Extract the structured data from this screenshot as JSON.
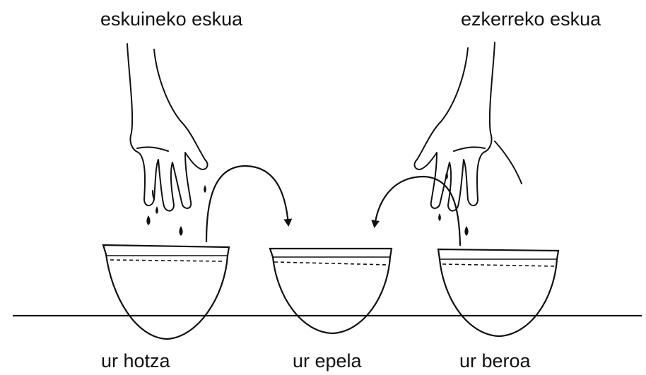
{
  "labels": {
    "right_hand": "eskuineko eskua",
    "left_hand": "ezkerreko eskua",
    "cold_water": "ur hotza",
    "warm_water": "ur epela",
    "hot_water": "ur beroa"
  },
  "colors": {
    "ink": "#111111",
    "background": "#ffffff"
  }
}
